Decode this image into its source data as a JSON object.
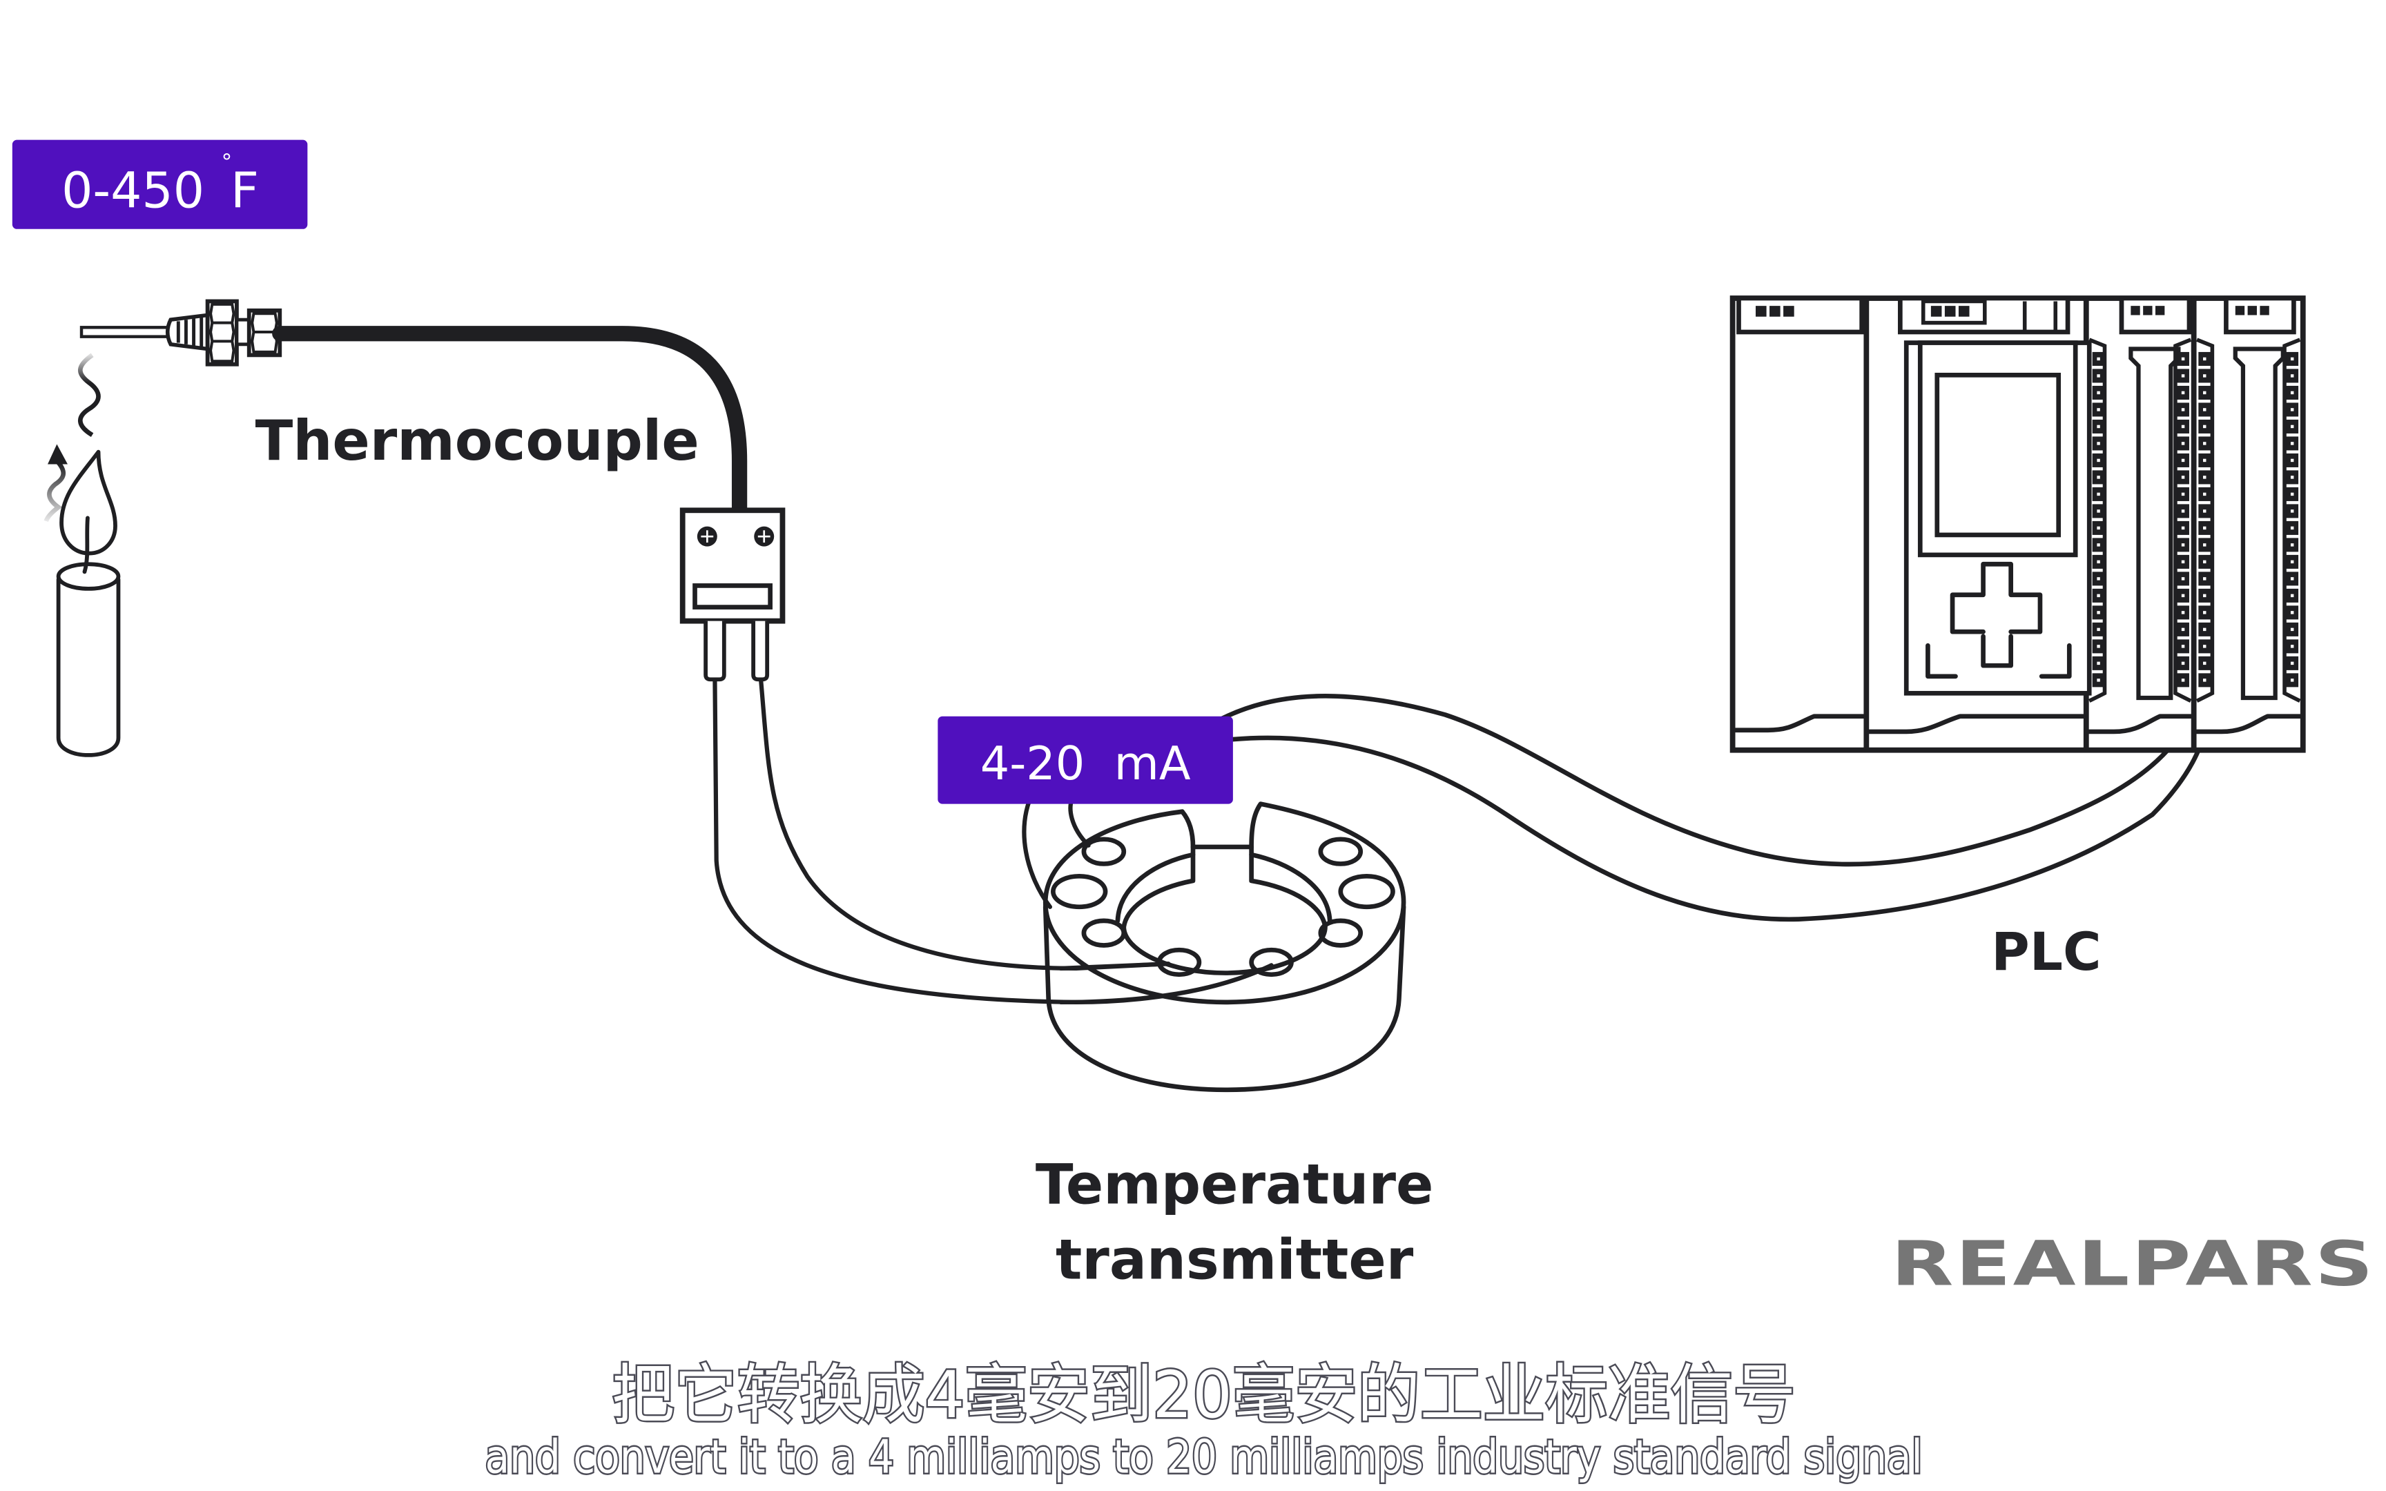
{
  "diagram": {
    "title": "Thermocouple to PLC signal chain",
    "heat_source": {
      "name": "Candle",
      "icon": "candle-flame-icon"
    },
    "temperature_range_badge": {
      "value": "0-450",
      "degree_symbol": "°",
      "unit": "F"
    },
    "signal_badge": {
      "text": "4-20  mA"
    },
    "labels": {
      "thermocouple": "Thermocouple",
      "transmitter_line1": "Temperature",
      "transmitter_line2": "transmitter",
      "plc": "PLC"
    },
    "components": [
      {
        "id": "thermocouple",
        "label": "Thermocouple"
      },
      {
        "id": "temperature-transmitter",
        "label": "Temperature transmitter"
      },
      {
        "id": "plc",
        "label": "PLC",
        "modules": 4
      }
    ],
    "connections": [
      {
        "from": "thermocouple",
        "to": "temperature-transmitter"
      },
      {
        "from": "temperature-transmitter",
        "to": "plc",
        "signal": "4-20 mA"
      }
    ]
  },
  "brand": {
    "logo_text": "REALPARS",
    "color": "#767676"
  },
  "colors": {
    "badge": "#5010BE",
    "line": "#1f1f22",
    "label": "#222226"
  },
  "subtitles": {
    "chinese": "把它转换成4毫安到20毫安的工业标准信号",
    "english": "and convert it to a 4 milliamps to 20 milliamps industry standard signal"
  }
}
